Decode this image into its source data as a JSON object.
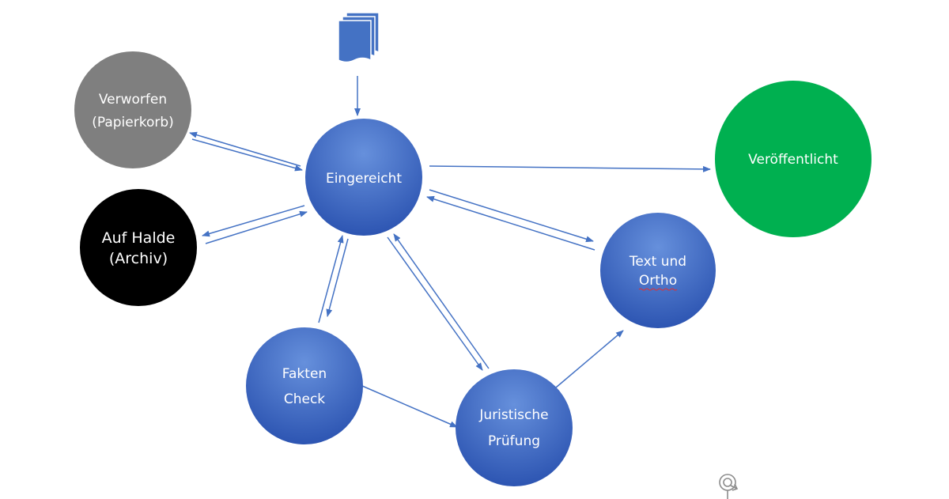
{
  "nodes": {
    "verworfen": {
      "line1": "Verworfen",
      "line2": "(Papierkorb)",
      "fill": "#7f7f7f",
      "text_color": "#ffffff"
    },
    "halde": {
      "line1": "Auf Halde",
      "line2": "(Archiv)",
      "fill": "#000000",
      "text_color": "#ffffff"
    },
    "eingereicht": {
      "line1": "Eingereicht",
      "fill": "#3b64c3",
      "text_color": "#ffffff"
    },
    "veroeffentlicht": {
      "line1": "Veröffentlicht",
      "fill": "#00b050",
      "text_color": "#ffffff"
    },
    "text_ortho": {
      "line1": "Text und",
      "line2": "Ortho",
      "fill": "#3b64c3",
      "text_color": "#ffffff"
    },
    "fakten": {
      "line1": "Fakten",
      "line2": "Check",
      "fill": "#3b64c3",
      "text_color": "#ffffff"
    },
    "juristisch": {
      "line1": "Juristische",
      "line2": "Prüfung",
      "fill": "#3b64c3",
      "text_color": "#ffffff"
    }
  },
  "icons": {
    "documents": "document-stack-icon",
    "watermark": "circular-arrow-icon"
  },
  "colors": {
    "arrow": "#4472c4",
    "document": "#4472c4",
    "node_blue_light": "#5b84d6",
    "node_blue_dark": "#2f56b4"
  }
}
